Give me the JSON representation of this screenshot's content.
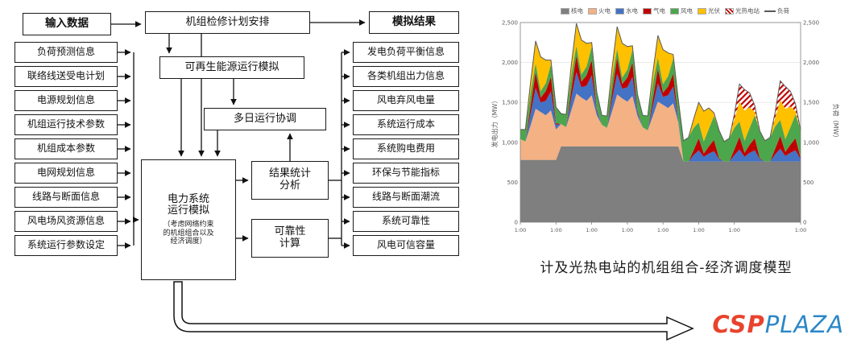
{
  "flowchart": {
    "input_header": "输入数据",
    "input_items": [
      "负荷预测信息",
      "联络线送受电计划",
      "电源规划信息",
      "机组运行技术参数",
      "机组成本参数",
      "电网规划信息",
      "线路与断面信息",
      "风电场风资源信息",
      "系统运行参数设定"
    ],
    "maintenance": "机组检修计划安排",
    "renewable": "可再生能源运行模拟",
    "multiday": "多日运行协调",
    "power_system_main": "电力系统\n运行模拟",
    "power_system_note": "（考虑网络约束\n的机组组合以及\n经济调度）",
    "stats": "结果统计\n分析",
    "reliability": "可靠性\n计算",
    "output_header": "模拟结果",
    "output_items": [
      "发电负荷平衡信息",
      "各类机组出力信息",
      "风电弃风电量",
      "系统运行成本",
      "系统购电费用",
      "环保与节能指标",
      "线路与断面潮流",
      "系统可靠性",
      "风电可信容量"
    ]
  },
  "caption": {
    "text": "计及光热电站的机组组合-经济调度模型"
  },
  "logo": {
    "csp": "CSP",
    "plaza": "PLAZA"
  },
  "chart_data": {
    "type": "area",
    "stacked": true,
    "title": "",
    "ylabel_left": "发电出力（MW）",
    "ylabel_right": "负荷（MW）",
    "ylim": [
      0,
      2500
    ],
    "yticks": [
      0,
      500,
      1000,
      1500,
      2000,
      2500
    ],
    "grid": true,
    "legend_position": "top",
    "xtick_labels": [
      "1:00",
      "1:00",
      "1:00",
      "1:00",
      "1:00",
      "1:00",
      "1:00",
      "1:00"
    ],
    "load_line": {
      "name": "负荷",
      "color": "#595959"
    },
    "series": [
      {
        "name": "核电",
        "color": "#7f7f7f",
        "values": [
          780,
          780,
          780,
          780,
          780,
          780,
          780,
          780,
          950,
          950,
          950,
          950,
          950,
          950,
          950,
          950,
          950,
          950,
          950,
          950,
          950,
          950,
          950,
          950,
          950,
          950,
          950,
          950,
          950,
          950,
          950,
          950,
          760,
          760,
          760,
          760,
          760,
          760,
          760,
          760,
          760,
          760,
          760,
          760,
          760,
          760,
          760,
          760,
          760,
          760,
          760,
          760,
          760,
          760,
          760,
          760
        ]
      },
      {
        "name": "火电",
        "color": "#f4b183",
        "values": [
          260,
          230,
          430,
          640,
          600,
          560,
          620,
          380,
          280,
          240,
          450,
          660,
          610,
          570,
          640,
          390,
          270,
          230,
          440,
          650,
          600,
          560,
          630,
          380,
          240,
          200,
          380,
          560,
          520,
          480,
          540,
          300,
          0,
          0,
          0,
          0,
          0,
          0,
          0,
          0,
          0,
          0,
          0,
          0,
          0,
          0,
          0,
          0,
          0,
          0,
          0,
          0,
          0,
          0,
          0,
          0
        ]
      },
      {
        "name": "水电",
        "color": "#4472c4",
        "values": [
          0,
          0,
          150,
          260,
          120,
          180,
          240,
          60,
          0,
          0,
          160,
          270,
          130,
          190,
          250,
          60,
          0,
          0,
          150,
          260,
          120,
          180,
          240,
          50,
          0,
          0,
          130,
          230,
          100,
          160,
          210,
          40,
          0,
          0,
          80,
          140,
          60,
          100,
          130,
          30,
          0,
          0,
          80,
          150,
          60,
          110,
          140,
          30,
          0,
          0,
          90,
          160,
          70,
          110,
          140,
          30
        ]
      },
      {
        "name": "气电",
        "color": "#c00000",
        "values": [
          0,
          0,
          90,
          200,
          60,
          120,
          180,
          20,
          0,
          0,
          100,
          210,
          70,
          130,
          190,
          20,
          0,
          0,
          90,
          200,
          60,
          120,
          180,
          20,
          0,
          0,
          80,
          180,
          50,
          110,
          160,
          10,
          0,
          0,
          60,
          150,
          40,
          90,
          140,
          10,
          0,
          0,
          70,
          160,
          50,
          100,
          150,
          10,
          0,
          0,
          70,
          160,
          50,
          100,
          150,
          10
        ]
      },
      {
        "name": "风电",
        "color": "#4ca64c",
        "values": [
          120,
          150,
          170,
          110,
          80,
          100,
          160,
          200,
          130,
          160,
          180,
          120,
          90,
          110,
          170,
          210,
          120,
          150,
          170,
          110,
          80,
          100,
          160,
          200,
          150,
          180,
          200,
          140,
          110,
          130,
          190,
          240,
          260,
          300,
          280,
          200,
          150,
          220,
          300,
          350,
          250,
          290,
          270,
          190,
          150,
          210,
          290,
          340,
          260,
          300,
          280,
          200,
          160,
          220,
          300,
          350
        ]
      },
      {
        "name": "光伏",
        "color": "#ffc000",
        "values": [
          0,
          0,
          130,
          280,
          430,
          290,
          50,
          0,
          0,
          0,
          130,
          280,
          430,
          290,
          50,
          0,
          0,
          0,
          130,
          280,
          430,
          290,
          50,
          0,
          0,
          0,
          130,
          280,
          430,
          290,
          50,
          0,
          0,
          0,
          110,
          250,
          380,
          260,
          40,
          0,
          0,
          0,
          110,
          250,
          380,
          260,
          40,
          0,
          0,
          0,
          110,
          250,
          380,
          260,
          40,
          0
        ]
      },
      {
        "name": "光热电站",
        "color": "#c00000",
        "pattern": "hatch",
        "values": [
          0,
          0,
          0,
          0,
          0,
          0,
          0,
          0,
          0,
          0,
          0,
          0,
          0,
          0,
          0,
          0,
          0,
          0,
          0,
          0,
          0,
          0,
          0,
          0,
          0,
          0,
          0,
          0,
          0,
          0,
          0,
          0,
          0,
          0,
          0,
          0,
          0,
          0,
          0,
          0,
          0,
          0,
          60,
          220,
          260,
          180,
          80,
          0,
          0,
          0,
          70,
          240,
          280,
          190,
          90,
          0
        ]
      }
    ]
  }
}
